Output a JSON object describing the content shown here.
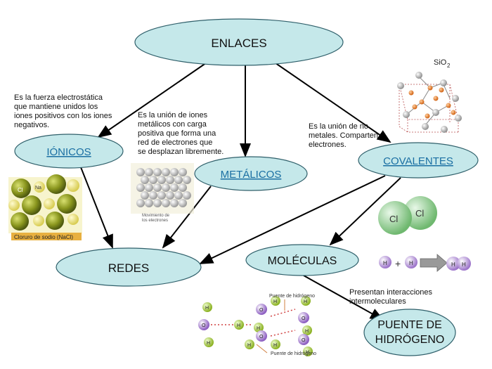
{
  "nodes": {
    "enlaces": "ENLACES",
    "ionicos": "IÓNICOS",
    "metalicos": "METÁLICOS",
    "covalentes": "COVALENTES",
    "redes": "REDES",
    "moleculas": "MOLÉCULAS",
    "puente_line1": "PUENTE DE",
    "puente_line2": "HIDRÓGENO"
  },
  "notes": {
    "ionicos": [
      "Es la fuerza electrostática",
      "que mantiene unidos los",
      "iones positivos con los iones",
      "negativos."
    ],
    "metalicos": [
      "Es la unión de iones",
      "metálicos con carga",
      "positiva que forma una",
      "red de electrones que",
      "se desplazan libremente."
    ],
    "covalentes": [
      "Es la unión de no",
      "metales. Comparten",
      "electrones."
    ],
    "intermoleculares": [
      "Presentan interacciones",
      "intermoleculares"
    ]
  },
  "images": {
    "sio2_label": "SiO",
    "sio2_sub": "2",
    "nacl_caption": "Cloruro de sodio (NaCl)",
    "nacl_cl": "Cl",
    "nacl_na": "Na",
    "metal_caption_1": "Movimiento de",
    "metal_caption_2": "los electrones",
    "cl2_left": "Cl",
    "cl2_right": "Cl",
    "h_atom": "H",
    "plus": "+",
    "o_atom": "O",
    "hbond_label_1": "Puente de hidrógeno",
    "hbond_label_2": "Puente de hidrógeno"
  },
  "colors": {
    "node_fill": "#c5e8ea",
    "node_stroke": "#2f5f6a",
    "link": "#1a6fa3",
    "arrow": "#000000",
    "olive_atom": "#7d8a1e",
    "yellow_atom": "#e8e070",
    "orange_atom": "#e07a20",
    "gray_atom": "#b5b5b5",
    "green_atom": "#8bc98b",
    "purple_atom": "#9b6ad0"
  }
}
